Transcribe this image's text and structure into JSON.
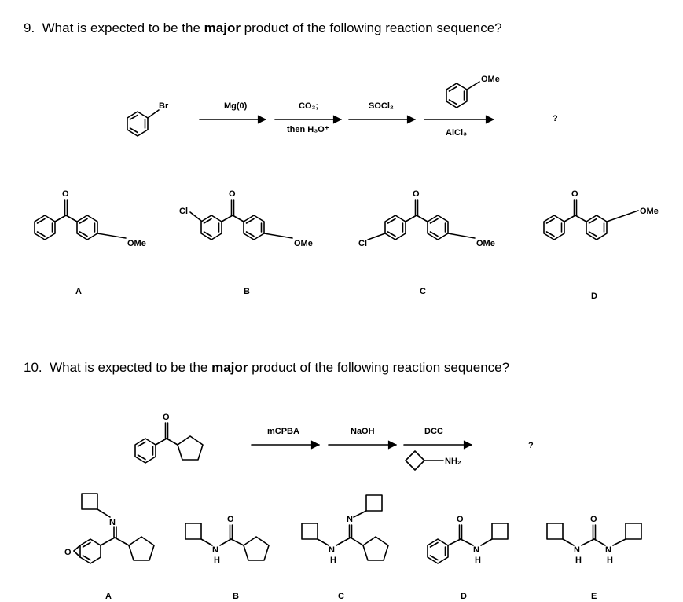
{
  "q9": {
    "number": "9.",
    "text_before": "What is expected to be the ",
    "text_bold": "major",
    "text_after": " product of the following reaction sequence?",
    "start_label": "Br",
    "reagents": [
      "Mg(0)",
      "CO₂;",
      "then H₃O⁺",
      "SOCl₂",
      "OMe",
      "AlCl₃"
    ],
    "unknown": "?",
    "choices": [
      {
        "letter": "A",
        "labels": [
          "O",
          "OMe"
        ]
      },
      {
        "letter": "B",
        "labels": [
          "Cl",
          "O",
          "OMe"
        ]
      },
      {
        "letter": "C",
        "labels": [
          "O",
          "Cl",
          "OMe"
        ]
      },
      {
        "letter": "D",
        "labels": [
          "O",
          "OMe"
        ]
      }
    ]
  },
  "q10": {
    "number": "10.",
    "text_before": "What is expected to be the ",
    "text_bold": "major",
    "text_after": " product of the following reaction sequence?",
    "start_label": "O",
    "reagents": [
      "mCPBA",
      "NaOH",
      "DCC",
      "NH₂"
    ],
    "unknown": "?",
    "choices": [
      {
        "letter": "A",
        "labels": [
          "N",
          "O"
        ]
      },
      {
        "letter": "B",
        "labels": [
          "O",
          "N",
          "H"
        ]
      },
      {
        "letter": "C",
        "labels": [
          "N",
          "N",
          "H"
        ]
      },
      {
        "letter": "D",
        "labels": [
          "O",
          "N",
          "H"
        ]
      },
      {
        "letter": "E",
        "labels": [
          "O",
          "N",
          "H",
          "N",
          "H"
        ]
      }
    ]
  }
}
